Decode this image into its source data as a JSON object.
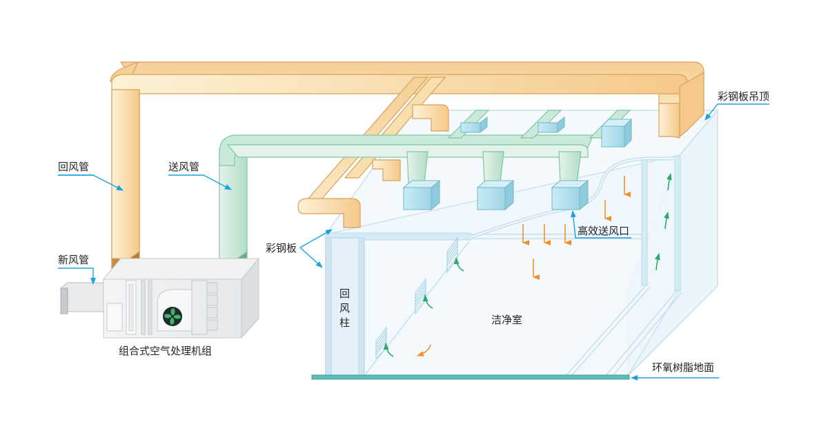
{
  "title": "洁净室空调系统示意图",
  "labels": {
    "return_duct": "回风管",
    "supply_duct": "送风管",
    "fresh_air_duct": "新风管",
    "ahu": "组合式空气处理机组",
    "steel_panel": "彩钢板",
    "ceiling": "彩钢板吊顶",
    "hepa_outlet": "高效送风口",
    "cleanroom": "洁净室",
    "floor": "环氧树脂地面",
    "return_column": [
      "回",
      "风",
      "柱"
    ]
  },
  "colors": {
    "return_duct": "#f7d49b",
    "return_duct_edge": "#d9a05a",
    "supply_duct": "#bfe3cf",
    "supply_duct_edge": "#7fc7a3",
    "hepa_box": "#a9dcea",
    "room_fill": "#eef7fd",
    "room_edge": "#b9dbea",
    "floor": "#5fbcb4",
    "leader": "#1aa3e0",
    "arrow_supply": "#f0902a",
    "arrow_return": "#2aaa6e",
    "fan": "#3fb26b"
  }
}
